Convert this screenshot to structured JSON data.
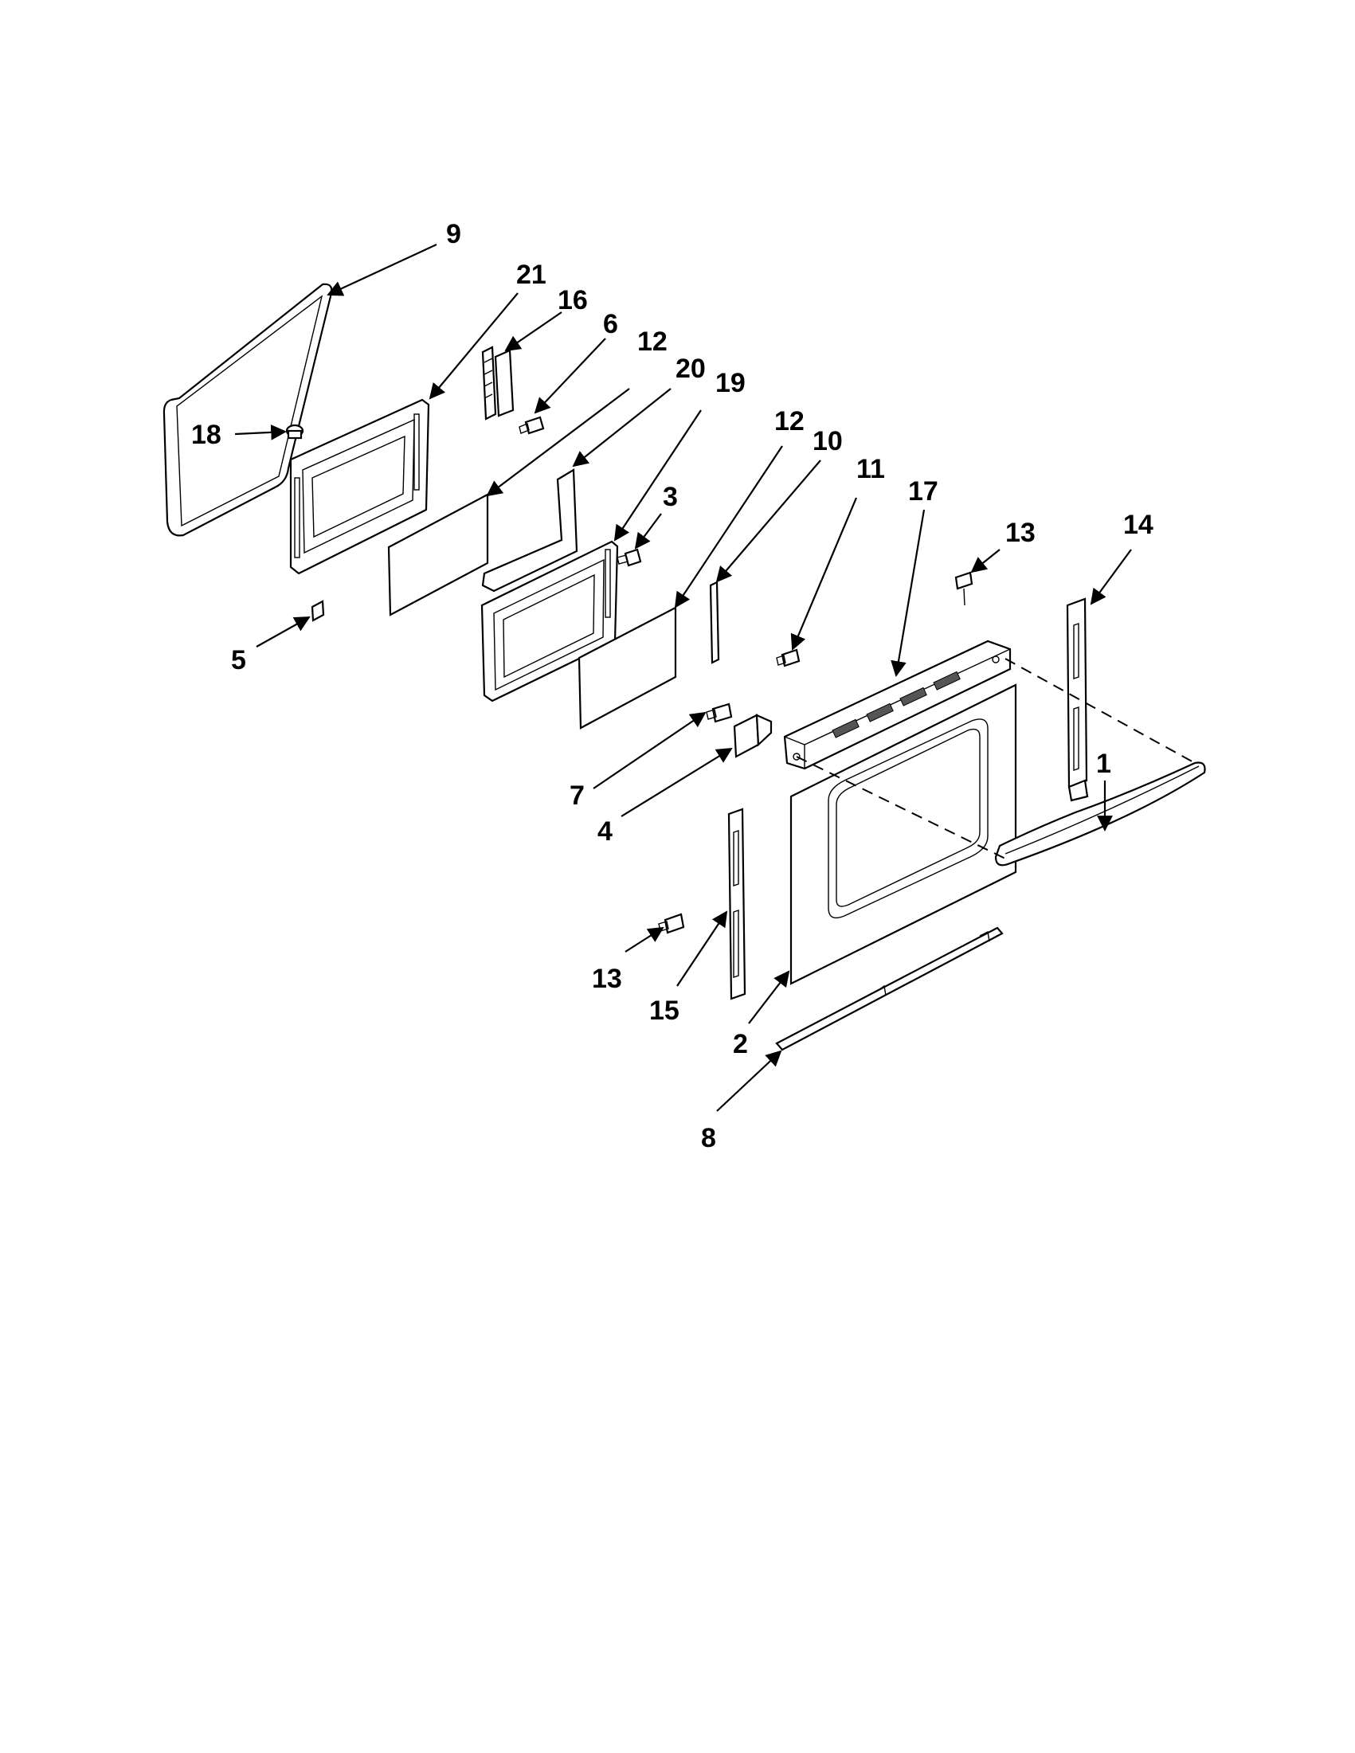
{
  "diagram": {
    "callouts": [
      "1",
      "2",
      "3",
      "4",
      "5",
      "6",
      "7",
      "8",
      "9",
      "10",
      "11",
      "12",
      "12",
      "13",
      "13",
      "14",
      "15",
      "16",
      "17",
      "18",
      "19",
      "20",
      "21"
    ],
    "colors": {
      "ink": "#000000",
      "paper": "#ffffff",
      "shade": "#555555"
    }
  }
}
